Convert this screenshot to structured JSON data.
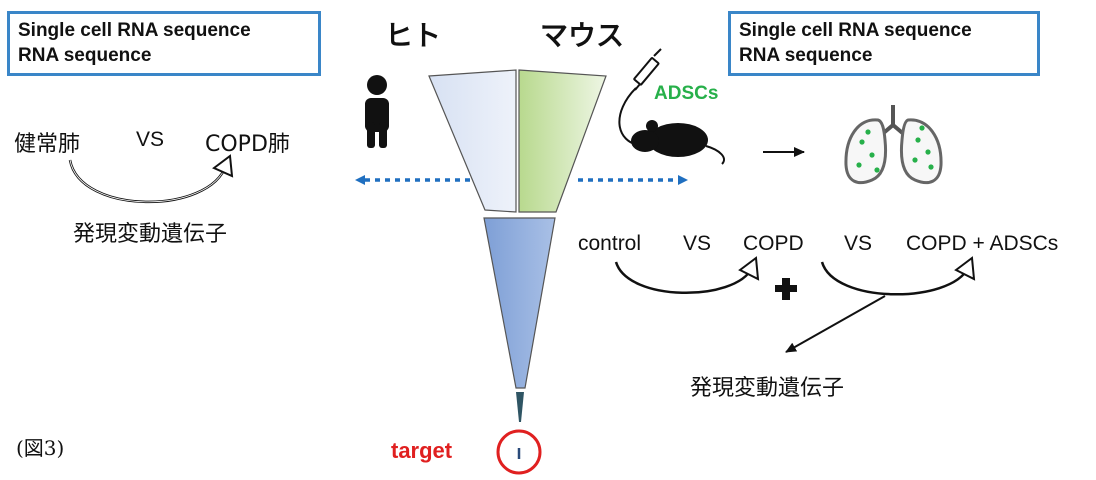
{
  "left_box": {
    "line1": "Single cell RNA sequence",
    "line2": "RNA sequence"
  },
  "right_box": {
    "line1": "Single cell RNA sequence",
    "line2": "RNA sequence"
  },
  "human_label": "ヒト",
  "mouse_label": "マウス",
  "adscs_label": "ADSCs",
  "left_compare": {
    "a": "健常肺",
    "vs": "VS",
    "b": "COPD肺",
    "result": "発現変動遺伝子"
  },
  "right_compare": {
    "a": "control",
    "vs1": "VS",
    "b": "COPD",
    "vs2": "VS",
    "c": "COPD + ADSCs",
    "result": "発現変動遺伝子"
  },
  "target_label": "target",
  "figure_caption": "(図3)",
  "colors": {
    "box_border": "#3a86c8",
    "adscs": "#27b04a",
    "target": "#e02020",
    "dotted_arrow": "#1f6fc0"
  }
}
